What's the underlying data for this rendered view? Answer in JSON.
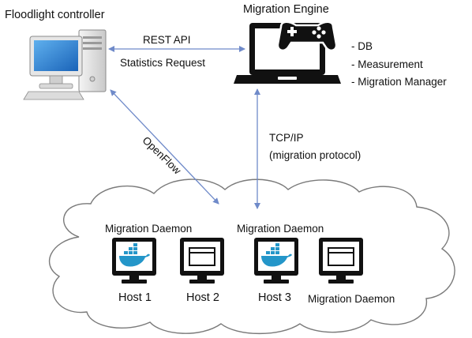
{
  "title": {
    "controller": "Floodlight controller",
    "engine": "Migration Engine"
  },
  "engine_components": [
    "- DB",
    "- Measurement",
    "- Migration Manager"
  ],
  "links": {
    "rest_api": "REST API",
    "statistics": "Statistics Request",
    "openflow": "OpenFlow",
    "tcpip": "TCP/IP",
    "migration_protocol": "(migration protocol)"
  },
  "cloud": {
    "daemon_left": "Migration Daemon",
    "daemon_center": "Migration Daemon",
    "daemon_right": "Migration Daemon",
    "hosts": [
      "Host 1",
      "Host 2",
      "Host 3"
    ]
  },
  "colors": {
    "arrow": "#6f8ac9",
    "cloud_fill": "#ffffff",
    "cloud_stroke": "#7a7a7a",
    "docker_blue": "#2496c9",
    "screen_blue": "#1f7fc9",
    "monitor_dark": "#111111"
  },
  "icons": {
    "controller": "desktop-computer-icon",
    "engine": "laptop-gamepad-icon",
    "docker_host": "docker-monitor-icon",
    "window_host": "window-monitor-icon"
  }
}
